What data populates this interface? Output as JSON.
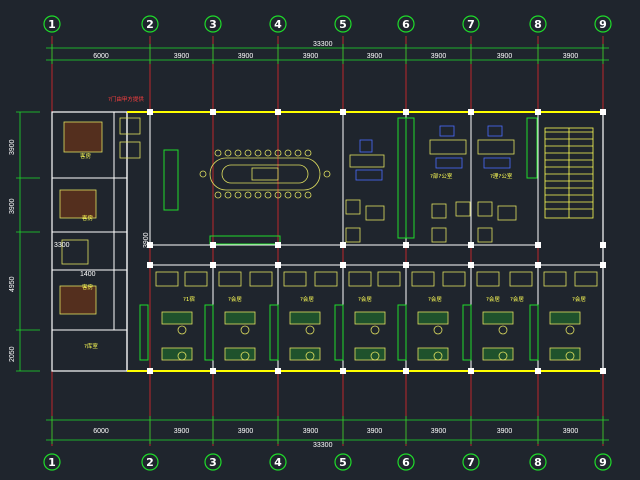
{
  "grid_axes": [
    "1",
    "2",
    "3",
    "4",
    "5",
    "6",
    "7",
    "8",
    "9"
  ],
  "dimensions": {
    "bays": [
      "6000",
      "3900",
      "3900",
      "3900",
      "3900",
      "3900",
      "3900",
      "3900"
    ],
    "total": "33300",
    "vertical": [
      "3900",
      "3900",
      "4950",
      "2050"
    ],
    "inner": [
      "3900",
      "1400",
      "3300"
    ]
  },
  "labels": {
    "annotation": "?门由甲方提供",
    "guest_1": "客房",
    "guest_2": "客房",
    "guest_3": "客房",
    "storage": "?库室",
    "office_1": "?部?公室",
    "office_2": "?理?公室",
    "rooms": [
      "?1宿",
      "?会居",
      "?会居",
      "?会居",
      "?会居",
      "?会居",
      "?会居",
      "?会居"
    ]
  },
  "colors": {
    "background": "#1f252d",
    "wall": "#ffffff",
    "grid": "#ff2a2a",
    "bubble": "#1fdc2a",
    "dimension": "#1fdc2a",
    "text": "#ffff55",
    "furniture": "#e0e060"
  }
}
